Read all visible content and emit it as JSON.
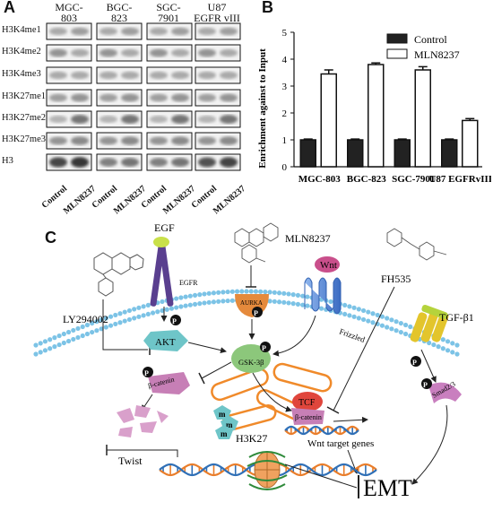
{
  "panel_a": {
    "label": "A",
    "cell_lines": [
      "MGC-803",
      "BGC-823",
      "SGC-7901",
      "U87 EGFR vIII"
    ],
    "cell_lines_split": [
      [
        "MGC-",
        "803"
      ],
      [
        "BGC-",
        "823"
      ],
      [
        "SGC-",
        "7901"
      ],
      [
        "U87",
        "EGFR vIII"
      ]
    ],
    "rows": [
      "H3K4me1",
      "H3K4me2",
      "H3K4me3",
      "H3K27me1",
      "H3K27me2",
      "H3K27me3",
      "H3"
    ],
    "conditions": [
      "Control",
      "MLN8237"
    ]
  },
  "panel_b": {
    "label": "B",
    "chart_data": {
      "type": "bar",
      "categories": [
        "MGC-803",
        "BGC-823",
        "SGC-7901",
        "U87 EGFRvIII"
      ],
      "series": [
        {
          "name": "Control",
          "values": [
            1.0,
            1.0,
            1.0,
            1.0
          ],
          "errors": [
            0.03,
            0.03,
            0.03,
            0.03
          ],
          "color": "#222222"
        },
        {
          "name": "MLN8237",
          "values": [
            3.45,
            3.8,
            3.6,
            1.72
          ],
          "errors": [
            0.15,
            0.06,
            0.12,
            0.07
          ],
          "color": "#ffffff"
        }
      ],
      "ylabel": "Enrichment against to Input",
      "ylim": [
        0,
        5
      ],
      "yticks": [
        0,
        1,
        2,
        3,
        4,
        5
      ],
      "legend_position": "top-right"
    }
  },
  "panel_c": {
    "label": "C",
    "labels": {
      "egf": "EGF",
      "egfr": "EGFR",
      "ly": "LY294002",
      "mln": "MLN8237",
      "aurka": "AURKA",
      "wnt": "Wnt",
      "frizzled": "Frizzled",
      "fh535": "FH535",
      "tgf": "TGF-β1",
      "akt": "AKT",
      "gsk": "GSK-3β",
      "bcat": "β-catenin",
      "tcf": "TCF",
      "bcat2": "β-catenin",
      "smad": "Smad2/3",
      "twist": "Twist",
      "h3k27": "H3K27",
      "wnt_targets": "Wnt target genes",
      "emt": "EMT",
      "p": "P",
      "m": "m"
    },
    "colors": {
      "membrane": "#7cc3e6",
      "egfr": "#5a3f8f",
      "egf": "#c9e04a",
      "akt": "#6ec5c8",
      "gsk": "#8cc77b",
      "bcat": "#c77fb6",
      "tcf": "#e0463c",
      "smad": "#c97fbf",
      "tgf": "#e3c52c",
      "wnt": "#c94f8b",
      "frizzled": "#4f7fd0",
      "aurka": "#e58a3c",
      "mito": "#f08a2a",
      "nucleosome": "#f0a25f",
      "dna_a": "#e97d2a",
      "dna_b": "#2f6fb6"
    }
  }
}
